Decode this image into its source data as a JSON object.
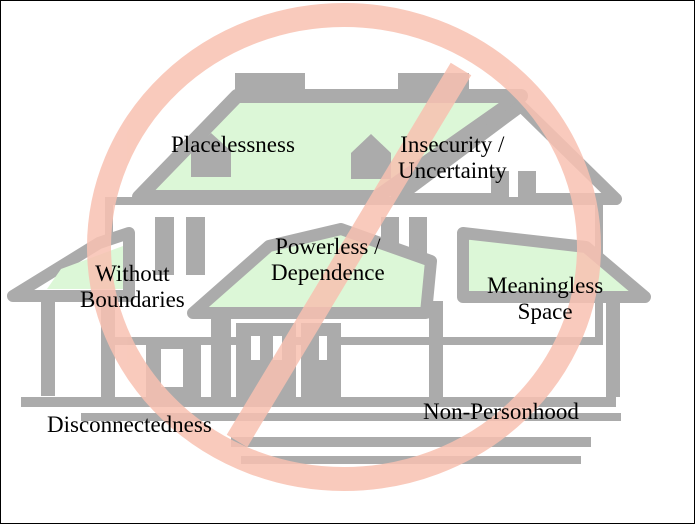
{
  "colors": {
    "house_gray": "#ababab",
    "roof_fill": "#dcf7d7",
    "prohibition_sign": "#f8c1b1",
    "text": "#000000"
  },
  "icons": {
    "house": "house-icon",
    "sign": "prohibition-sign-icon"
  },
  "labels": {
    "placelessness": "Placelessness",
    "insecurity_line1": "Insecurity /",
    "insecurity_line2": "Uncertainty",
    "powerless_line1": "Powerless /",
    "powerless_line2": "Dependence",
    "without_line1": "Without",
    "without_line2": "Boundaries",
    "meaningless_line1": "Meaningless",
    "meaningless_line2": "Space",
    "disconnectedness": "Disconnectedness",
    "non_personhood": "Non-Personhood"
  }
}
